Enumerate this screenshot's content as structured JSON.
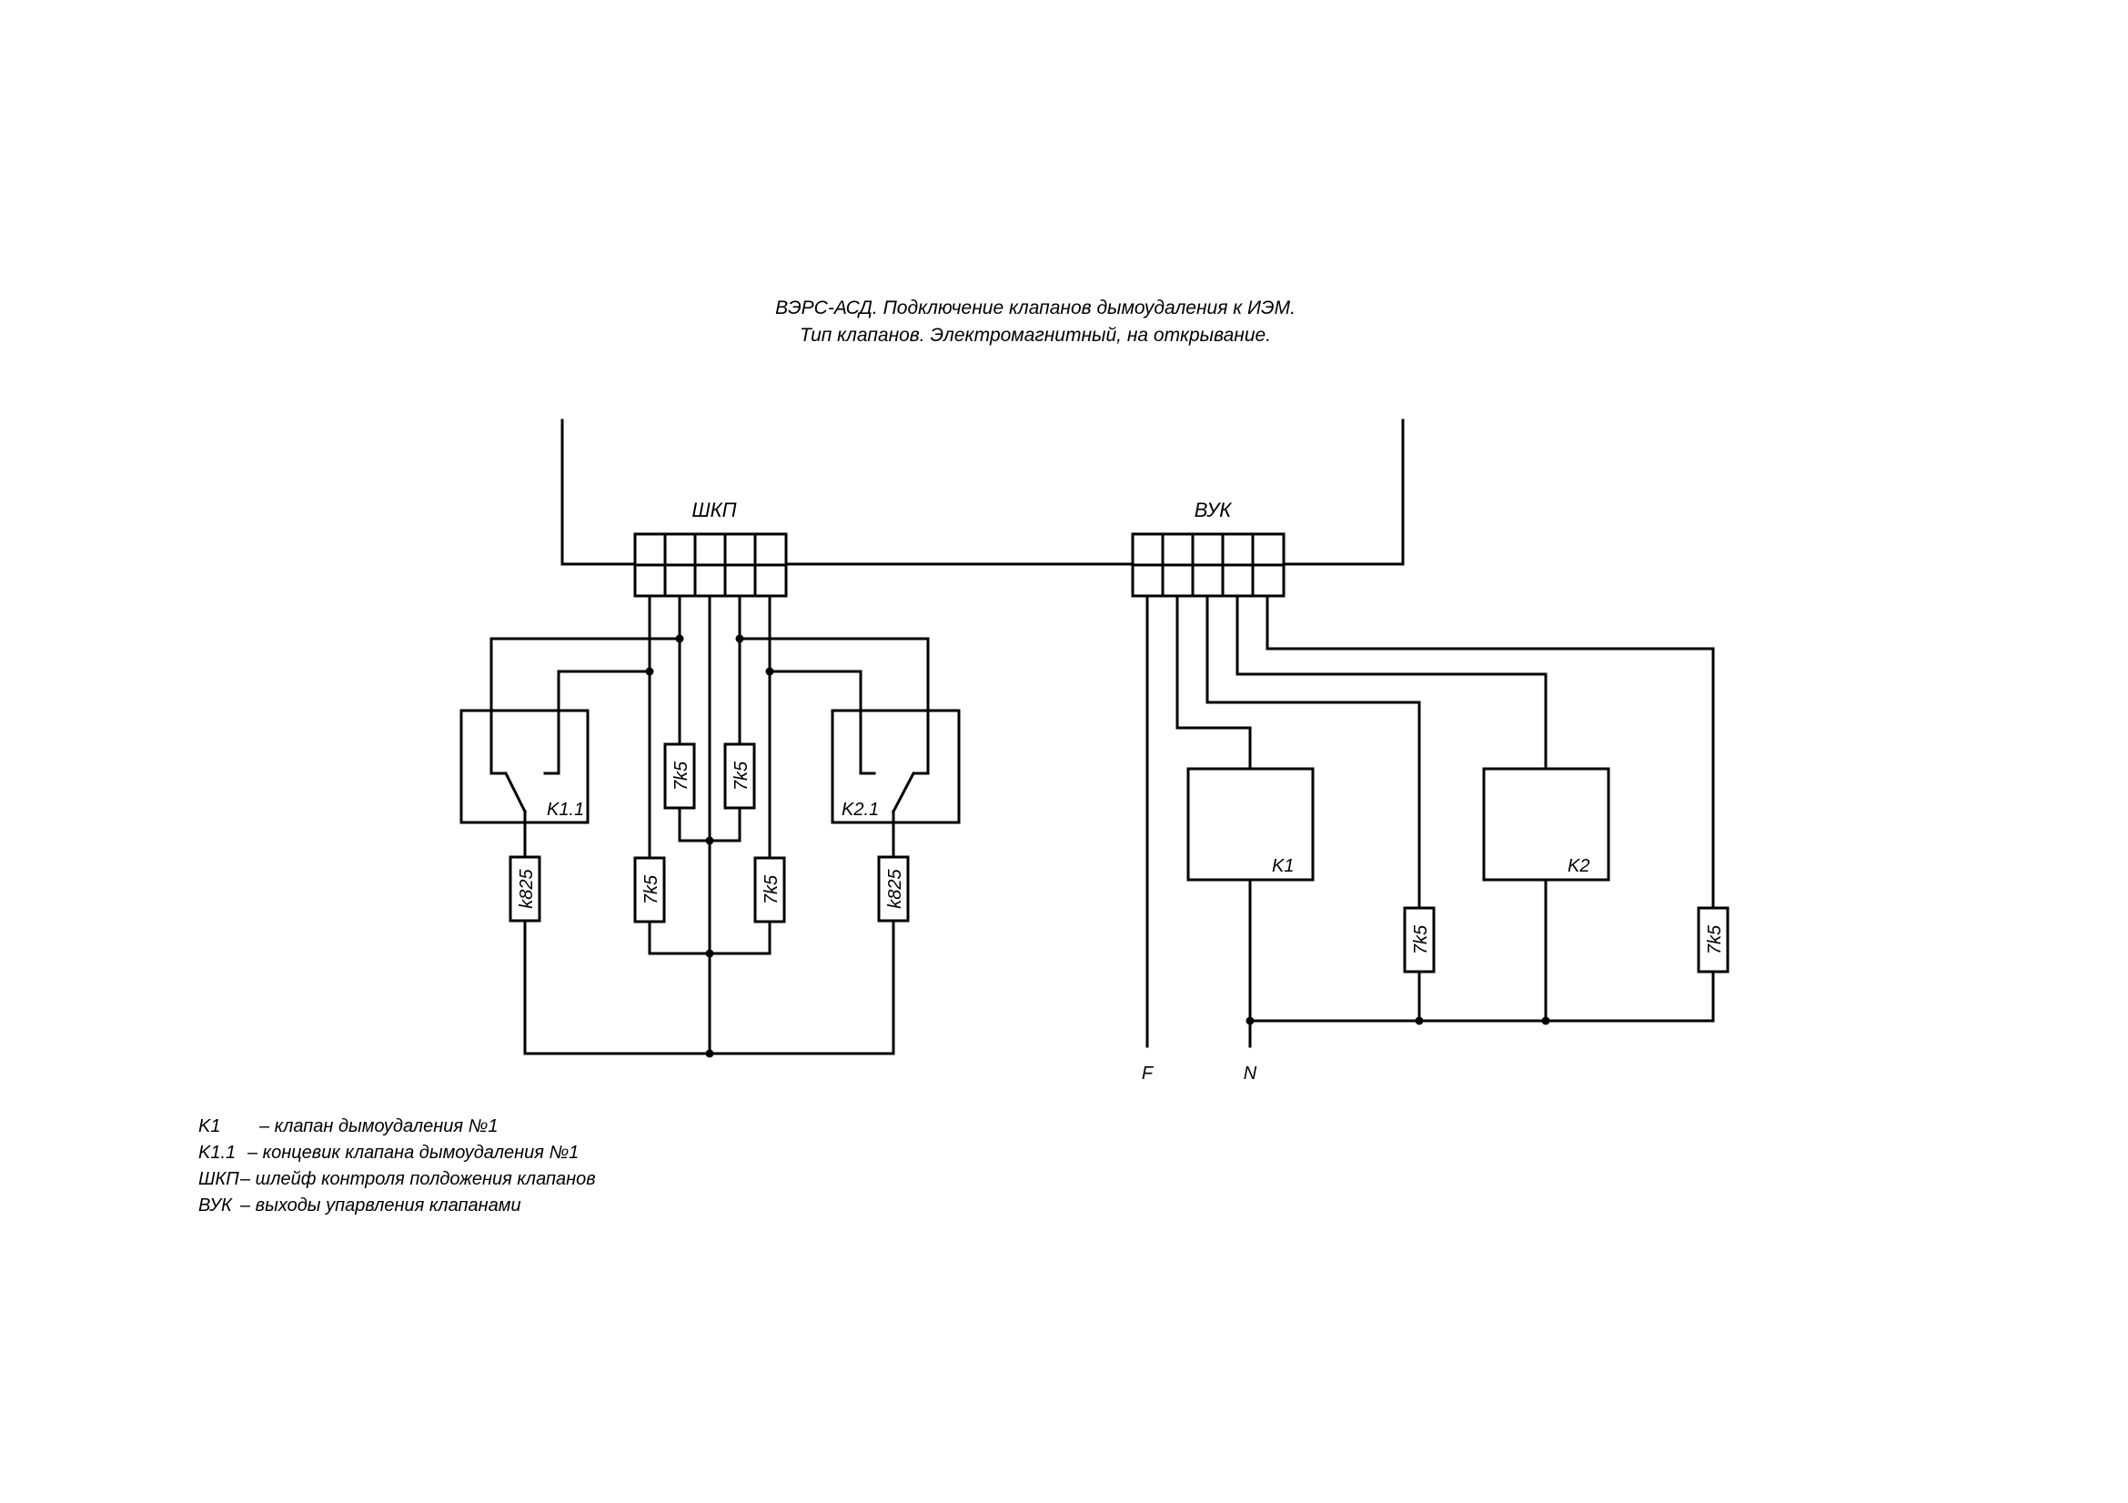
{
  "title": {
    "line1": "ВЭРС-АСД. Подключение клапанов дымоудаления к ИЭМ.",
    "line2": "Тип клапанов. Электромагнитный, на открывание."
  },
  "terminals": {
    "shkp": "ШКП",
    "vuk": "ВУК"
  },
  "components": {
    "k11": "K1.1",
    "k21": "K2.1",
    "k1": "K1",
    "k2": "K2",
    "r_left_end": "k825",
    "r_right_end": "k825",
    "r_top_left": "7k5",
    "r_top_right": "7k5",
    "r_low_left": "7k5",
    "r_low_right": "7k5",
    "r_vuk_1": "7k5",
    "r_vuk_2": "7k5"
  },
  "outputs": {
    "f": "F",
    "n": "N"
  },
  "legend": [
    {
      "code": "K1",
      "desc": "–  клапан дымоудаления №1"
    },
    {
      "code": "K1.1",
      "desc": "–  концевик клапана дымоудаления №1"
    },
    {
      "code": "ШКП",
      "desc": "– шлейф контроля полдожения клапанов"
    },
    {
      "code": "ВУК",
      "desc": "– выходы упарвления клапанами"
    }
  ]
}
